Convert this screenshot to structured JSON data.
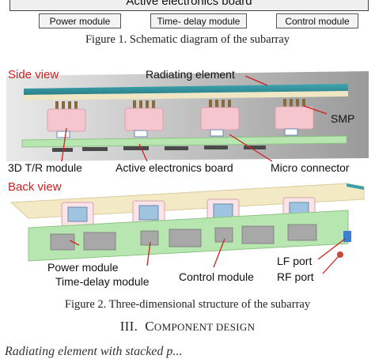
{
  "top_diagram": {
    "board_label": "Active electronics board",
    "modules": [
      "Power module",
      "Time- delay module",
      "Control module"
    ]
  },
  "figure1_caption": "Figure 1. Schematic diagram of the subarray",
  "figure2": {
    "side_view": {
      "title": "Side view",
      "labels": {
        "radiating_element": "Radiating element",
        "smp": "SMP",
        "tr_module": "3D T/R module",
        "active_board": "Active electronics board",
        "micro_connector": "Micro connector"
      }
    },
    "back_view": {
      "title": "Back view",
      "labels": {
        "power_module": "Power module",
        "time_delay_module": "Time-delay module",
        "control_module": "Control module",
        "lf_port": "LF port",
        "rf_port": "RF port"
      }
    },
    "caption": "Figure 2. Three-dimensional structure of the subarray"
  },
  "section_heading": {
    "number": "III.",
    "initial": "C",
    "rest_small": "OMPONENT DESIGN"
  },
  "cutoff_line": "Radiating element with stacked p...",
  "colors": {
    "view_title": "#d21f1f",
    "leader_line": "#d21f1f",
    "board_green": "#b8e6b0",
    "module_pink": "#f6c6cf",
    "radiator_teal": "#3a9fa8"
  }
}
